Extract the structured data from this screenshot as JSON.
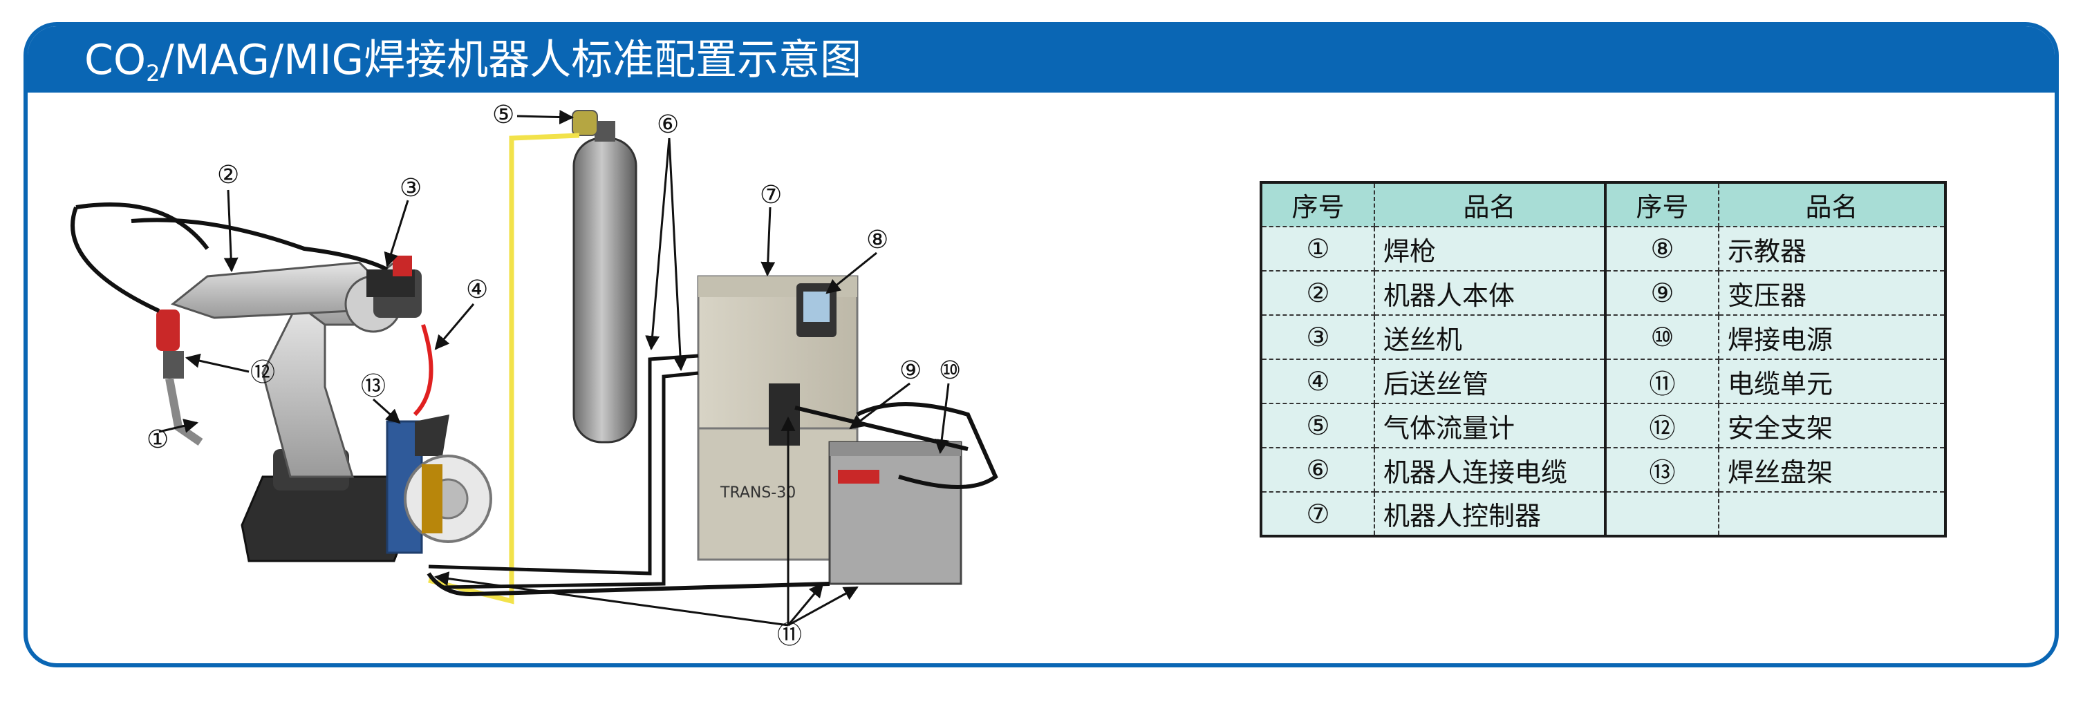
{
  "title": {
    "prefix": "CO",
    "subscript": "2",
    "rest": "/MAG/MIG焊接机器人标准配置示意图"
  },
  "table": {
    "headers": [
      "序号",
      "品名",
      "序号",
      "品名"
    ],
    "rows": [
      {
        "no1": "①",
        "name1": "焊枪",
        "no2": "⑧",
        "name2": "示教器"
      },
      {
        "no1": "②",
        "name1": "机器人本体",
        "no2": "⑨",
        "name2": "变压器"
      },
      {
        "no1": "③",
        "name1": "送丝机",
        "no2": "⑩",
        "name2": "焊接电源"
      },
      {
        "no1": "④",
        "name1": "后送丝管",
        "no2": "⑪",
        "name2": "电缆单元"
      },
      {
        "no1": "⑤",
        "name1": "气体流量计",
        "no2": "⑫",
        "name2": "安全支架"
      },
      {
        "no1": "⑥",
        "name1": "机器人连接电缆",
        "no2": "⑬",
        "name2": "焊丝盘架"
      },
      {
        "no1": "⑦",
        "name1": "机器人控制器",
        "no2": "",
        "name2": ""
      }
    ]
  },
  "callouts": {
    "c1": "①",
    "c2": "②",
    "c3": "③",
    "c4": "④",
    "c5": "⑤",
    "c6": "⑥",
    "c7": "⑦",
    "c8": "⑧",
    "c9": "⑨",
    "c10": "⑩",
    "c11": "⑪",
    "c12": "⑫",
    "c13": "⑬"
  },
  "controller_badge": "TRANS-30",
  "colors": {
    "frame": "#0a66b4",
    "table_header": "#a8ddd6",
    "table_row": "#ddf1ef",
    "gas_hose": "#f2e24a",
    "wire_conduit": "#e02020"
  }
}
